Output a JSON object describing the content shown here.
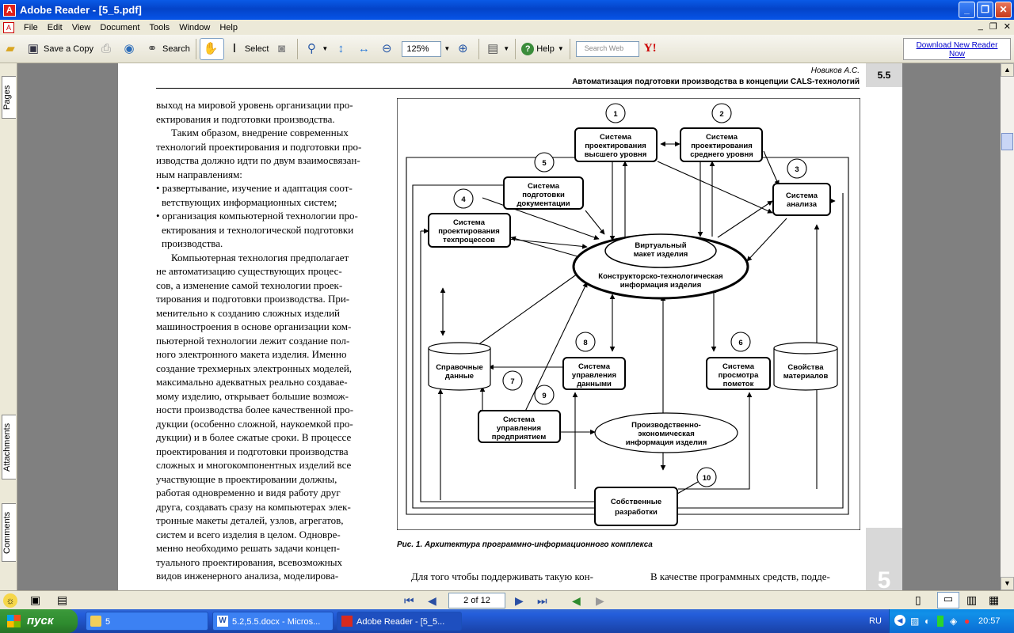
{
  "window": {
    "title": "Adobe Reader - [5_5.pdf]"
  },
  "menu": [
    "File",
    "Edit",
    "View",
    "Document",
    "Tools",
    "Window",
    "Help"
  ],
  "toolbar": {
    "save_copy": "Save a Copy",
    "search": "Search",
    "select": "Select",
    "zoom": "125%",
    "help": "Help",
    "search_web_placeholder": "Search Web",
    "yahoo": "Y!",
    "download_line1": "Download New Reader",
    "download_line2": "Now"
  },
  "side_tabs": {
    "pages": "Pages",
    "attachments": "Attachments",
    "comments": "Comments"
  },
  "page": {
    "header_author": "Новиков А.С.",
    "header_title": "Автоматизация подготовки производства в концепции CALS-технологий",
    "section": "5.5",
    "side_number": "5",
    "text_lines": [
      "выход на мировой уровень организации про-",
      "ектирования и подготовки производства.",
      "Таким образом, внедрение современных",
      "технологий проектирования и подготовки про-",
      "изводства должно идти по двум взаимосвязан-",
      "ным направлениям:",
      "• развертывание, изучение и адаптация соот-",
      "ветствующих информационных систем;",
      "• организация компьютерной технологии про-",
      "ектирования и технологической подготовки",
      "производства.",
      "Компьютерная технология предполагает",
      "не автоматизацию существующих процес-",
      "сов, а изменение самой технологии проек-",
      "тирования и подготовки производства. При-",
      "менительно к созданию сложных изделий",
      "машиностроения в основе организации ком-",
      "пьютерной технологии лежит создание пол-",
      "ного электронного макета изделия. Именно",
      "создание трехмерных электронных моделей,",
      "максимально адекватных реально создавае-",
      "мому изделию, открывает большие возмож-",
      "ности производства более качественной про-",
      "дукции (особенно сложной, наукоемкой про-",
      "дукции) и в более сжатые сроки. В процессе",
      "проектирования и подготовки производства",
      "сложных и многокомпонентных изделий все",
      "участвующие в проектировании должны,",
      "работая одновременно и видя работу друг",
      "друга, создавать сразу на компьютерах элек-",
      "тронные макеты деталей, узлов, агрегатов,",
      "систем и всего изделия в целом. Одновре-",
      "менно необходимо решать задачи концеп-",
      "туального проектирования, всевозможных",
      "видов инженерного анализа, моделирова-"
    ],
    "caption": "Рис. 1. Архитектура программно-информационного комплекса",
    "bottom_left": "Для того чтобы поддерживать такую кон-",
    "bottom_right": "В качестве программных средств, подде-"
  },
  "diagram": {
    "n1": "1",
    "b1": [
      "Система",
      "проектирования",
      "высшего уровня"
    ],
    "n2": "2",
    "b2": [
      "Система",
      "проектирования",
      "среднего уровня"
    ],
    "n3": "3",
    "b3": [
      "Система",
      "анализа"
    ],
    "n4": "4",
    "b4": [
      "Система",
      "проектирования",
      "техпроцессов"
    ],
    "n5": "5",
    "b5": [
      "Система",
      "подготовки",
      "документации"
    ],
    "inner": [
      "Виртуальный",
      "макет изделия"
    ],
    "outer": [
      "Конструкторско-технологическая",
      "информация изделия"
    ],
    "n6": "6",
    "b6": [
      "Система",
      "просмотра",
      "пометок"
    ],
    "n7": "7",
    "db7": [
      "Справочные",
      "данные"
    ],
    "n8": "8",
    "b8": [
      "Система",
      "управления",
      "данными"
    ],
    "n9": "9",
    "b9": [
      "Система",
      "управления",
      "предприятием"
    ],
    "prod": [
      "Производственно-",
      "экономическая",
      "информация изделия"
    ],
    "mat": [
      "Свойства",
      "материалов"
    ],
    "n10": "10",
    "b10": [
      "Собственные",
      "разработки"
    ]
  },
  "status": {
    "page_indicator": "2 of 12"
  },
  "taskbar": {
    "start": "пуск",
    "tasks": [
      "5",
      "5.2,5.5.docx - Micros...",
      "Adobe Reader - [5_5..."
    ],
    "lang": "RU",
    "clock": "20:57"
  }
}
